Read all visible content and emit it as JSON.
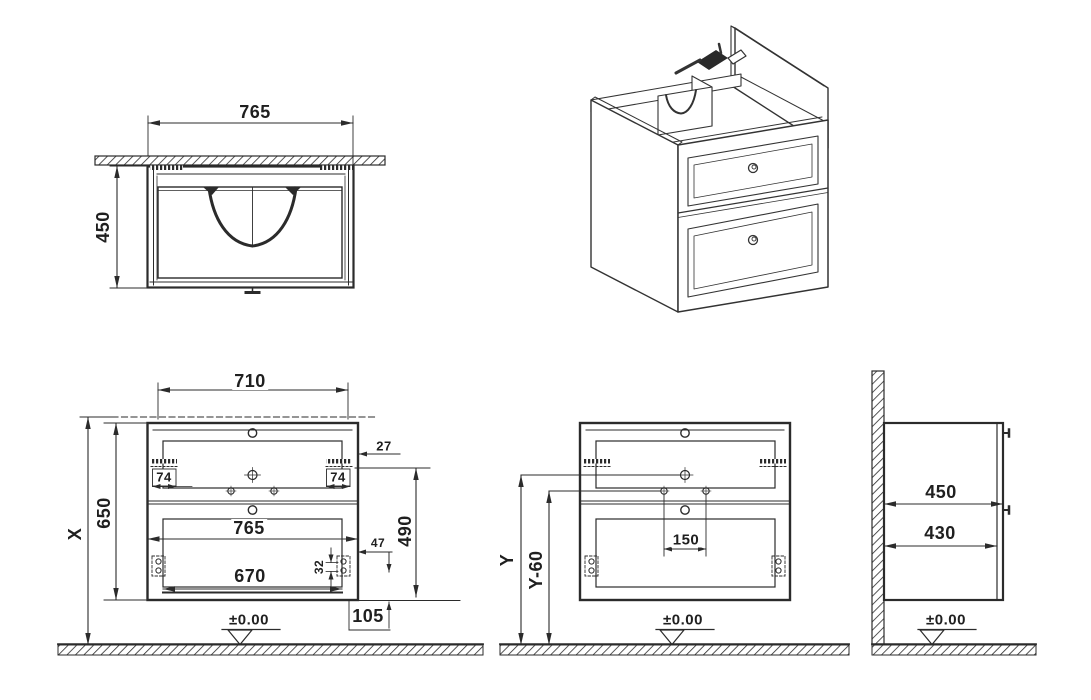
{
  "page": {
    "background": "#ffffff",
    "line_color": "#2b2b2b"
  },
  "views": {
    "plan": {
      "width": "765",
      "depth": "450"
    },
    "front": {
      "basin_width": "710",
      "height_overall": "X",
      "cabinet_height": "650",
      "hanger_left": "74",
      "hanger_right": "74",
      "hanger_offset": "27",
      "mounting_height": "490",
      "cabinet_width": "765",
      "knob_offset": "47",
      "bracket_spacing": "32",
      "drawer_width": "670",
      "drain_clearance": "105",
      "floor_datum": "±0.00"
    },
    "installation": {
      "faucet_height": "Y",
      "outlet_height": "Y-60",
      "hole_spacing": "150",
      "floor_datum": "±0.00"
    },
    "side": {
      "depth_overall": "450",
      "depth_body": "430",
      "floor_datum": "±0.00"
    }
  }
}
